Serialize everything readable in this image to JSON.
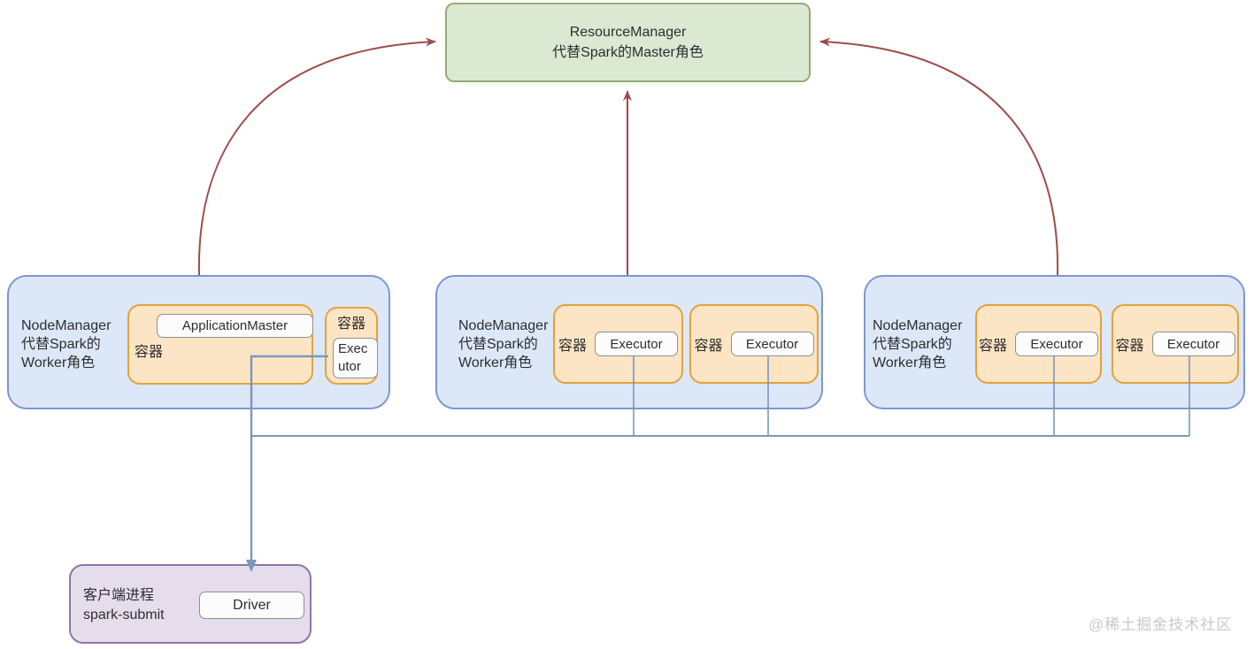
{
  "diagram": {
    "resource_manager": {
      "title": "ResourceManager",
      "subtitle": "代替Spark的Master角色"
    },
    "node_managers": [
      {
        "line1": "NodeManager",
        "line2": "代替Spark的",
        "line3": "Worker角色",
        "containers": [
          {
            "label": "容器",
            "child": "ApplicationMaster"
          },
          {
            "label": "容器",
            "child": "Executor"
          }
        ]
      },
      {
        "line1": "NodeManager",
        "line2": "代替Spark的",
        "line3": "Worker角色",
        "containers": [
          {
            "label": "容器",
            "child": "Executor"
          },
          {
            "label": "容器",
            "child": "Executor"
          }
        ]
      },
      {
        "line1": "NodeManager",
        "line2": "代替Spark的",
        "line3": "Worker角色",
        "containers": [
          {
            "label": "容器",
            "child": "Executor"
          },
          {
            "label": "容器",
            "child": "Executor"
          }
        ]
      }
    ],
    "client": {
      "line1": "客户端进程",
      "line2": "spark-submit",
      "child": "Driver"
    },
    "watermark": "@稀土掘金技术社区",
    "colors": {
      "green_fill": "#DBE8D2",
      "green_border": "#94AD77",
      "blue_fill": "#DCE7F8",
      "blue_border": "#7E97CE",
      "orange_fill": "#FCE5C4",
      "orange_border": "#E0A33F",
      "purple_fill": "#E5DDEC",
      "purple_border": "#8E76A8",
      "box_fill": "#FCFCFC",
      "box_border": "#8F8F8F",
      "arrow_red": "#9E4B4B",
      "arrow_blue": "#7D96BB",
      "text": "#2E2E2E",
      "watermark": "#C9C9C9"
    }
  }
}
